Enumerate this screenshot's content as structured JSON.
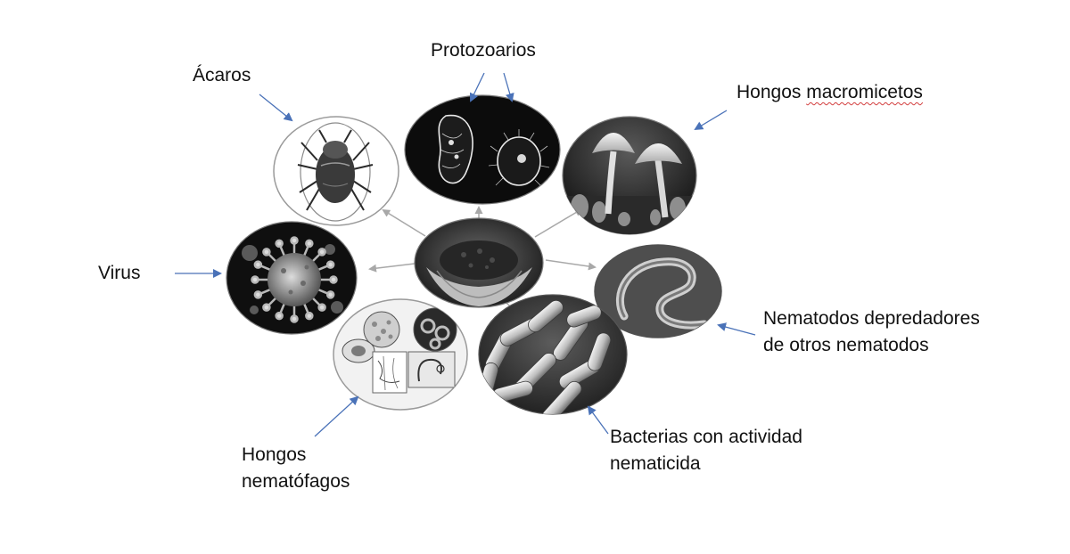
{
  "labels": {
    "protozoarios": "Protozoarios",
    "acaros": "Ácaros",
    "hongos_macromicetos": {
      "word1": "Hongos",
      "word2": "macromicetos"
    },
    "virus": "Virus",
    "nematodos_depredadores": {
      "line1": "Nematodos depredadores",
      "line2": "de otros nematodos"
    },
    "bacterias": {
      "line1": "Bacterias con actividad",
      "line2": "nematicida"
    },
    "hongos_nematofagos": {
      "line1": "Hongos",
      "line2": "nematófagos"
    }
  },
  "colors": {
    "label_arrow": "#4a72b8",
    "connector": "#a8a8a8",
    "ellipse_border": "#9a9a9a",
    "spellcheck": "#d23c3c"
  },
  "icons": {
    "center": "soil-in-hands-icon",
    "acaros": "mite-icon",
    "protozoarios": "protozoa-icon",
    "hongos_macromicetos": "mushroom-icon",
    "virus": "virus-icon",
    "nematodos_depredadores": "nematode-icon",
    "bacterias": "bacteria-icon",
    "hongos_nematofagos": "nematophagous-fungi-icon"
  }
}
